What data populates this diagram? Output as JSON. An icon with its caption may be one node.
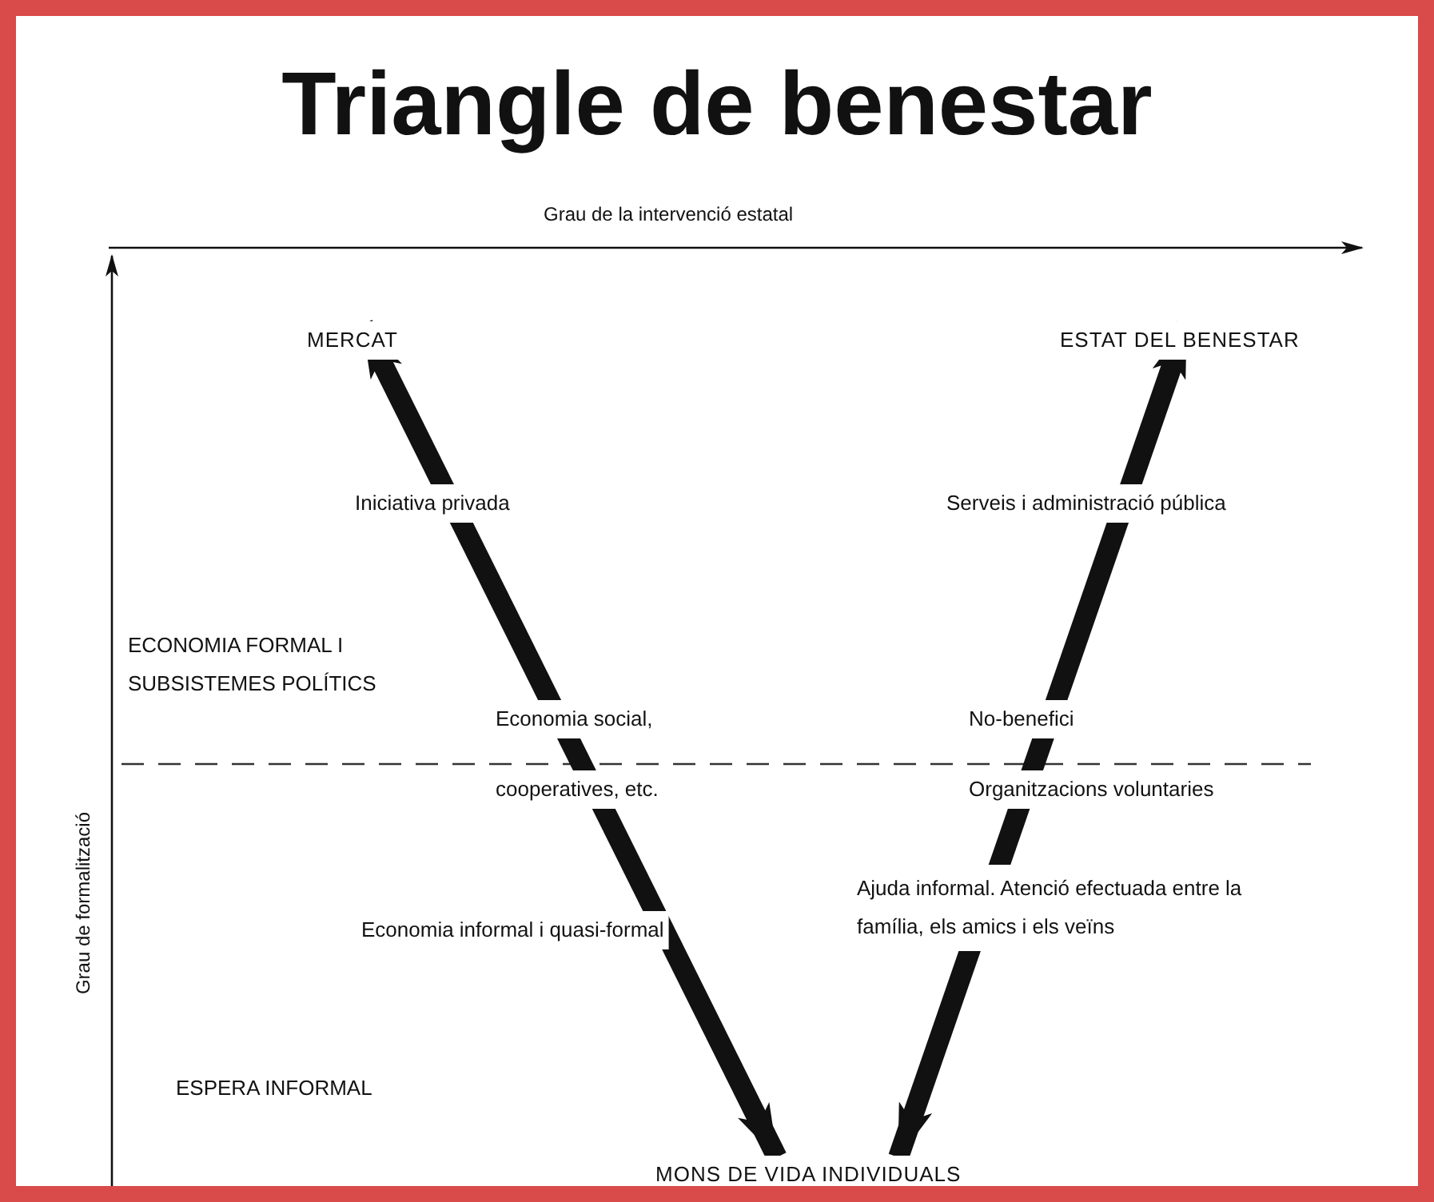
{
  "diagram": {
    "title": "Triangle de benestar",
    "nodes": [
      {
        "text": [
          "MERCAT"
        ]
      },
      {
        "text": [
          "ESTAT DEL BENESTAR"
        ]
      },
      {
        "text": [
          "MONS DE VIDA INDIVIDUALS"
        ]
      }
    ],
    "edges": [
      {
        "from": 2,
        "to": 0,
        "arrow": "both"
      },
      {
        "from": 2,
        "to": 1,
        "arrow": "both"
      }
    ],
    "labels": [
      "Grau de la intervenció estatal",
      "Grau de formalització",
      "ECONOMIA FORMAL I SUBSISTEMES POLÍTICS",
      "Iniciativa privada",
      "Serveis i administració pública",
      "Economia social,",
      "No-benefici",
      "cooperatives, etc.",
      "Organitzacions voluntaries",
      "Economia informal i quasi-formal",
      "Ajuda informal. Atenció efectuada entre la família, els amics i els veïns",
      "ESPERA INFORMAL"
    ]
  }
}
